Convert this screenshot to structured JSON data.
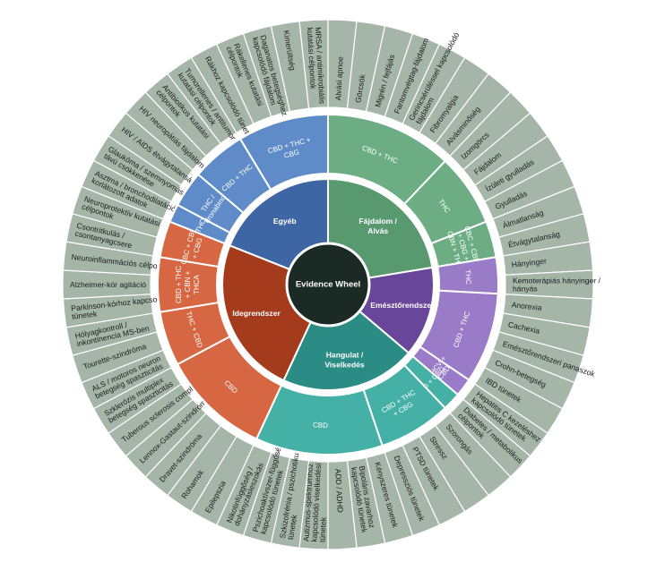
{
  "title": "Evidence Wheel",
  "colors": {
    "outer_ring": "#a5b6a9",
    "outer_stroke": "#ffffff",
    "center": "#1c2a26"
  },
  "categories": [
    {
      "name": "Fájdalom / Alvás",
      "color": "#58996f",
      "ring_color": "#6cad83",
      "segments": [
        {
          "compound": "CBD + THC",
          "conditions": [
            "Alvási apnoe",
            "Görcsök",
            "Migrén / fejfájás",
            "Fantomvégtag-fájdalom",
            "Gerincsérüléssel kapcsolódó fájdalom",
            "Fibromyalgia",
            "Alvásminőség"
          ]
        },
        {
          "compound": "THC",
          "conditions": [
            "Izomgörcs",
            "Fájdalom",
            "Ízületi gyulladás",
            "Gyulladás"
          ]
        },
        {
          "compound": "CBC + CBD + CBG + CBN + THC",
          "conditions": [
            "Álmatlanság",
            "Étvágytalanság"
          ]
        }
      ]
    },
    {
      "name": "Emésztőrendszer",
      "color": "#68479a",
      "ring_color": "#9a7bc8",
      "segments": [
        {
          "compound": "THC",
          "conditions": [
            "Hányinger",
            "Kemoterápiás hányinger / hányás"
          ]
        },
        {
          "compound": "CBD + THC",
          "conditions": [
            "Anorexia",
            "Cachexia",
            "Emésztőrendszeri panaszok",
            "Crohn-betegség",
            "IBD tünetek"
          ]
        },
        {
          "compound": "THCV + CBD",
          "conditions": [
            "Hepatitis C kezeléshez kapcsolódó tünetek"
          ]
        }
      ]
    },
    {
      "name": "Hangulat / Viselkedés",
      "color": "#2a8c84",
      "ring_color": "#45b0a6",
      "segments": [
        {
          "compound": "CBD + CBG",
          "conditions": [
            "Diabetes / metabolikus célpontok"
          ]
        },
        {
          "compound": "CBD + THC + CBG",
          "conditions": [
            "Szorongás",
            "Stressz",
            "PTSD tünetek",
            "Depressziós tünetek"
          ]
        },
        {
          "compound": "CBD",
          "conditions": [
            "Kényszeres tünetek",
            "Bipoláris zavarhoz kapcsolódó tünetek",
            "ADD / ADHD",
            "Autizmus-spektrumhoz kapcsolódó viselkedési tünetek",
            "Szkizofrénia / pszichotikus tünetek",
            "Pszichoaktívszer-függőséghez kapcsolódó tünetek",
            "Nikotinfüggőség / dohányzásleszokás"
          ]
        }
      ]
    },
    {
      "name": "Idegrendszer",
      "color": "#a43b1c",
      "ring_color": "#d76642",
      "segments": [
        {
          "compound": "CBD",
          "conditions": [
            "Epilepszia",
            "Rohamok",
            "Dravet-szindróma",
            "Lennox-Gastaut-szindróma",
            "Tuberous sclerosis complex",
            "Szklerózis multiplex betegség spaszticitás"
          ]
        },
        {
          "compound": "THC + CBD",
          "conditions": [
            "ALS / motoros neuron betegség spaszticitás",
            "Tourette-szindróma",
            "Hólyagkontroll / inkontinencia MS-ben"
          ]
        },
        {
          "compound": "CBD + THC + CBN + THCA",
          "conditions": [
            "Parkinson-kórhoz kapcsolódó tünetek",
            "Alzheimer-kór agitáció",
            "Neuroinflammációs célpontok"
          ]
        },
        {
          "compound": "CBC + CBD + CBG",
          "conditions": [
            "Csontritkulás / csontanyagcsere",
            "Neuroprotektív kutatási célpontok"
          ]
        }
      ]
    },
    {
      "name": "Egyéb",
      "color": "#3f66a4",
      "ring_color": "#5f8cc9",
      "segments": [
        {
          "compound": "THC",
          "conditions": [
            "Asztma / bronchodilatációs korlátozott adatok"
          ]
        },
        {
          "compound": "THC / dronabinol",
          "conditions": [
            "Glaukóma / szemnyomás rövid távú csökkenése",
            "HIV / AIDS étvágytalanság"
          ]
        },
        {
          "compound": "CBD + THC",
          "conditions": [
            "HIV neuropátiás fájdalom",
            "Antibiotikus kutatási célpontok",
            "Tumorellenes / antitumor kutatási célpontok"
          ]
        },
        {
          "compound": "CBD + THC + CBG",
          "conditions": [
            "Rákhoz kapcsolódó tünetek",
            "Rákellenes kutatási célpontok",
            "Daganatos betegséghez kapcsolódó fájdalom",
            "Kimerültség",
            "MRSA / antimikrobiális kutatási célpontok"
          ]
        }
      ]
    }
  ]
}
